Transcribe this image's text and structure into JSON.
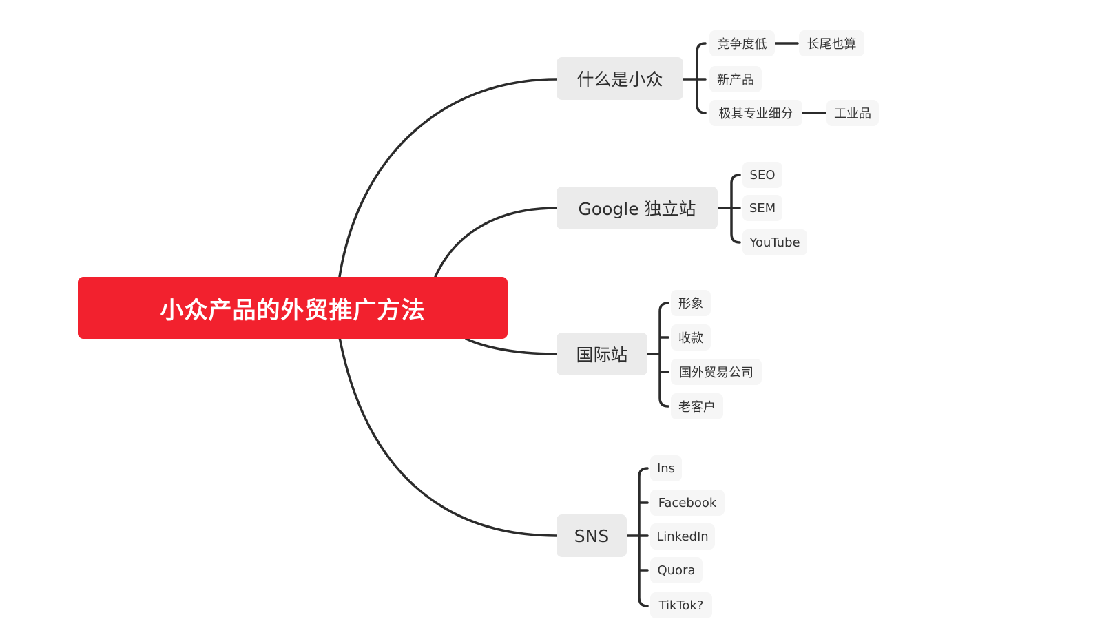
{
  "mindmap": {
    "root": "小众产品的外贸推广方法",
    "b1": {
      "label": "什么是小众",
      "c1": "竞争度低",
      "c1a": "长尾也算",
      "c2": "新产品",
      "c3": "极其专业细分",
      "c3a": "工业品"
    },
    "b2": {
      "label": "Google 独立站",
      "c1": "SEO",
      "c2": "SEM",
      "c3": "YouTube"
    },
    "b3": {
      "label": "国际站",
      "c1": "形象",
      "c2": "收款",
      "c3": "国外贸易公司",
      "c4": "老客户"
    },
    "b4": {
      "label": "SNS",
      "c1": "Ins",
      "c2": "Facebook",
      "c3": "LinkedIn",
      "c4": "Quora",
      "c5": "TikTok?"
    }
  },
  "colors": {
    "root_fill": "#f2212e",
    "branch_fill": "#ebebeb",
    "leaf_fill": "#f6f6f6",
    "line": "#2b2b2b"
  }
}
